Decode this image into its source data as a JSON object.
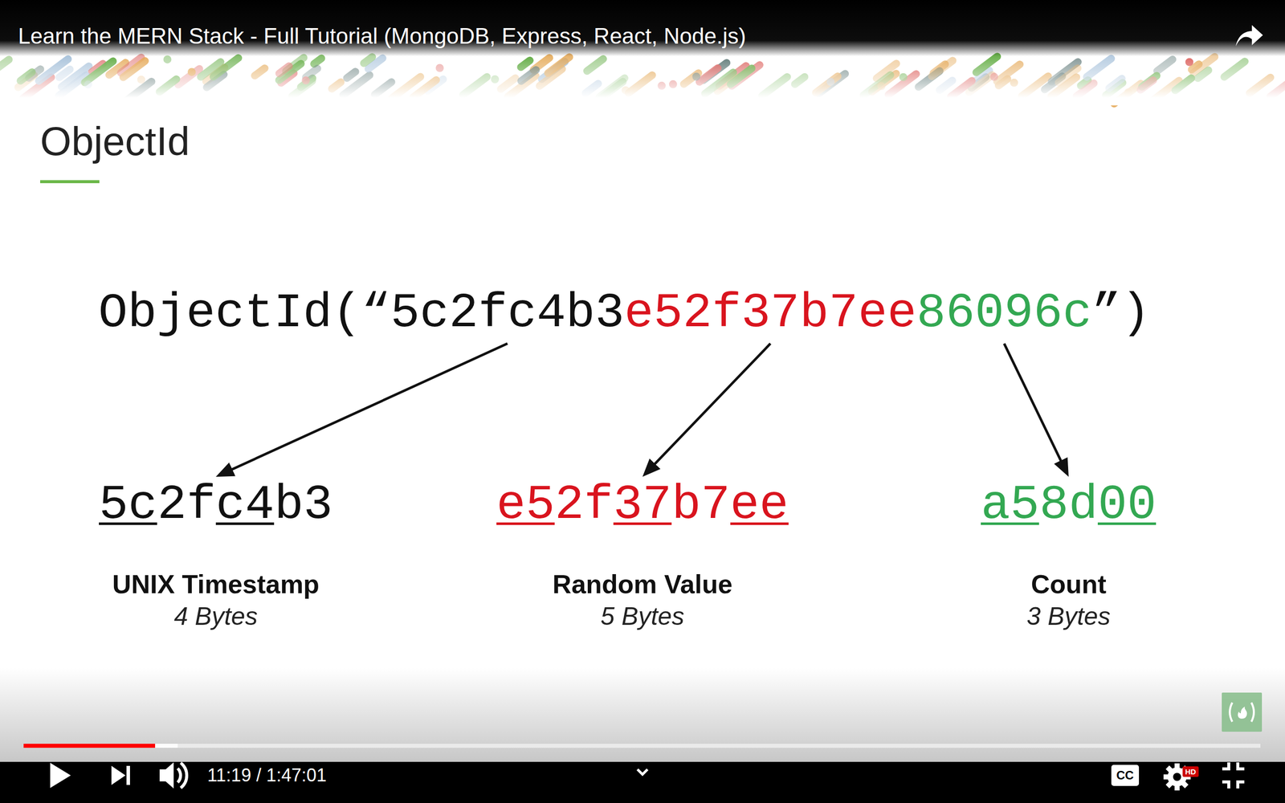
{
  "diagram": {
    "title": "ObjectId",
    "nodes": [
      {
        "text": [
          "5c2fc4b3"
        ]
      },
      {
        "text": [
          "e52f37b7ee"
        ]
      },
      {
        "text": [
          "86096c"
        ]
      },
      {
        "text": [
          "5c2fc4b3",
          "UNIX Timestamp",
          "4 Bytes"
        ]
      },
      {
        "text": [
          "e52f37b7ee",
          "Random Value",
          "5 Bytes"
        ]
      },
      {
        "text": [
          "a58d00",
          "Count",
          "3 Bytes"
        ]
      }
    ],
    "edges": [
      {
        "from": 0,
        "to": 3,
        "arrow": "to"
      },
      {
        "from": 1,
        "to": 4,
        "arrow": "to"
      },
      {
        "from": 2,
        "to": 5,
        "arrow": "to"
      }
    ],
    "labels": [
      "Learn the MERN Stack - Full Tutorial (MongoDB, Express, React, Node.js)",
      "ObjectId(“",
      "”)",
      "11:19 / 1:47:01",
      "CC",
      "HD"
    ]
  }
}
